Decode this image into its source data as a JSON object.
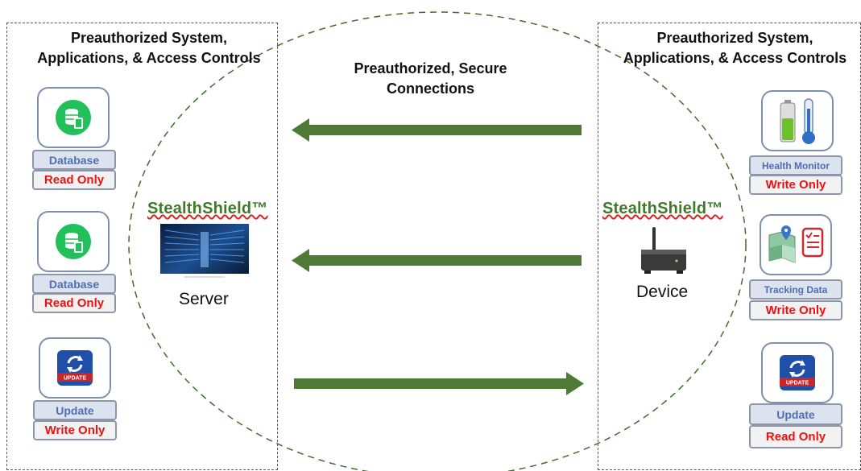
{
  "left_panel": {
    "title_line1": "Preauthorized System,",
    "title_line2": "Applications, & Access Controls",
    "items": [
      {
        "icon": "database-icon",
        "label": "Database",
        "permission": "Read Only"
      },
      {
        "icon": "database-icon",
        "label": "Database",
        "permission": "Read Only"
      },
      {
        "icon": "update-icon",
        "label": "Update",
        "permission": "Write Only"
      }
    ]
  },
  "right_panel": {
    "title_line1": "Preauthorized System,",
    "title_line2": "Applications, & Access Controls",
    "items": [
      {
        "icon": "health-monitor-icon",
        "label": "Health Monitor",
        "permission": "Write Only"
      },
      {
        "icon": "tracking-data-icon",
        "label": "Tracking Data",
        "permission": "Write Only"
      },
      {
        "icon": "update-icon",
        "label": "Update",
        "permission": "Read Only"
      }
    ]
  },
  "center": {
    "title_line1": "Preauthorized, Secure",
    "title_line2": "Connections"
  },
  "server": {
    "brand": "StealthShield™",
    "label": "Server"
  },
  "device": {
    "brand": "StealthShield™",
    "label": "Device"
  },
  "colors": {
    "arrow": "#4f7a36",
    "brand_green": "#3f7a2b",
    "permission_red": "#ee1111",
    "label_blue": "#4d6fb4",
    "database_green": "#22c05a",
    "update_blue": "#1f4fa8"
  }
}
